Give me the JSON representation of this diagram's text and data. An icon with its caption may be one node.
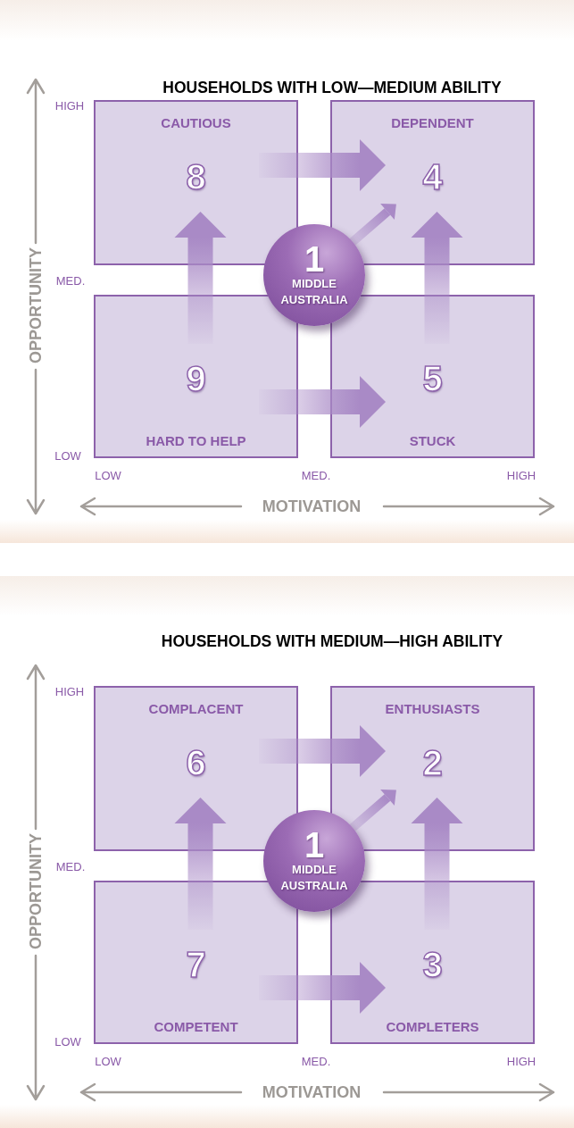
{
  "diagram": {
    "nodes": [
      {
        "text": [
          "CAUTIOUS",
          "8"
        ]
      },
      {
        "text": [
          "DEPENDENT",
          "4"
        ]
      },
      {
        "text": [
          "1",
          "MIDDLE AUSTRALIA"
        ]
      },
      {
        "text": [
          "9",
          "HARD TO HELP"
        ]
      },
      {
        "text": [
          "5",
          "STUCK"
        ]
      },
      {
        "text": [
          "COMPLACENT",
          "6"
        ]
      },
      {
        "text": [
          "ENTHUSIASTS",
          "2"
        ]
      },
      {
        "text": [
          "1",
          "MIDDLE AUSTRALIA"
        ]
      },
      {
        "text": [
          "7",
          "COMPETENT"
        ]
      },
      {
        "text": [
          "3",
          "COMPLETERS"
        ]
      }
    ],
    "edges": [
      {
        "from": 0,
        "to": 1,
        "arrow": "to"
      },
      {
        "from": 3,
        "to": 0,
        "arrow": "to"
      },
      {
        "from": 4,
        "to": 1,
        "arrow": "to"
      },
      {
        "from": 2,
        "to": 1,
        "arrow": "to"
      },
      {
        "from": 3,
        "to": 4,
        "arrow": "to"
      },
      {
        "from": 5,
        "to": 6,
        "arrow": "to"
      },
      {
        "from": 8,
        "to": 5,
        "arrow": "to"
      },
      {
        "from": 9,
        "to": 6,
        "arrow": "to"
      },
      {
        "from": 7,
        "to": 6,
        "arrow": "to"
      },
      {
        "from": 8,
        "to": 9,
        "arrow": "to"
      }
    ],
    "labels": [
      "HOUSEHOLDS WITH LOW—MEDIUM ABILITY",
      "HIGH",
      "MED.",
      "LOW",
      "OPPORTUNITY",
      "LOW",
      "MED.",
      "HIGH",
      "MOTIVATION",
      "HOUSEHOLDS WITH MEDIUM—HIGH ABILITY",
      "HIGH",
      "MED.",
      "LOW",
      "OPPORTUNITY",
      "LOW",
      "MED.",
      "HIGH",
      "MOTIVATION"
    ]
  }
}
